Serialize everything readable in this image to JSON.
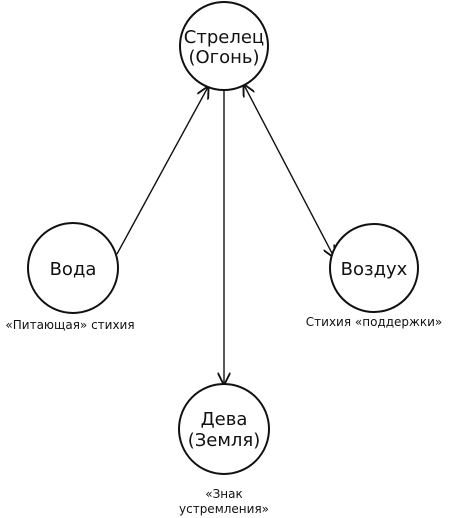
{
  "nodes": {
    "sagittarius": {
      "line1": "Стрелец",
      "line2": "(Огонь)"
    },
    "water": {
      "label": "Вода"
    },
    "air": {
      "label": "Воздух"
    },
    "virgo": {
      "line1": "Дева",
      "line2": "(Земля)"
    }
  },
  "captions": {
    "water": "«Питающая» стихия",
    "air": "Стихия «поддержки»",
    "virgo_line1": "«Знак",
    "virgo_line2": "устремления»"
  },
  "colors": {
    "ink": "#111111",
    "background": "#ffffff"
  }
}
